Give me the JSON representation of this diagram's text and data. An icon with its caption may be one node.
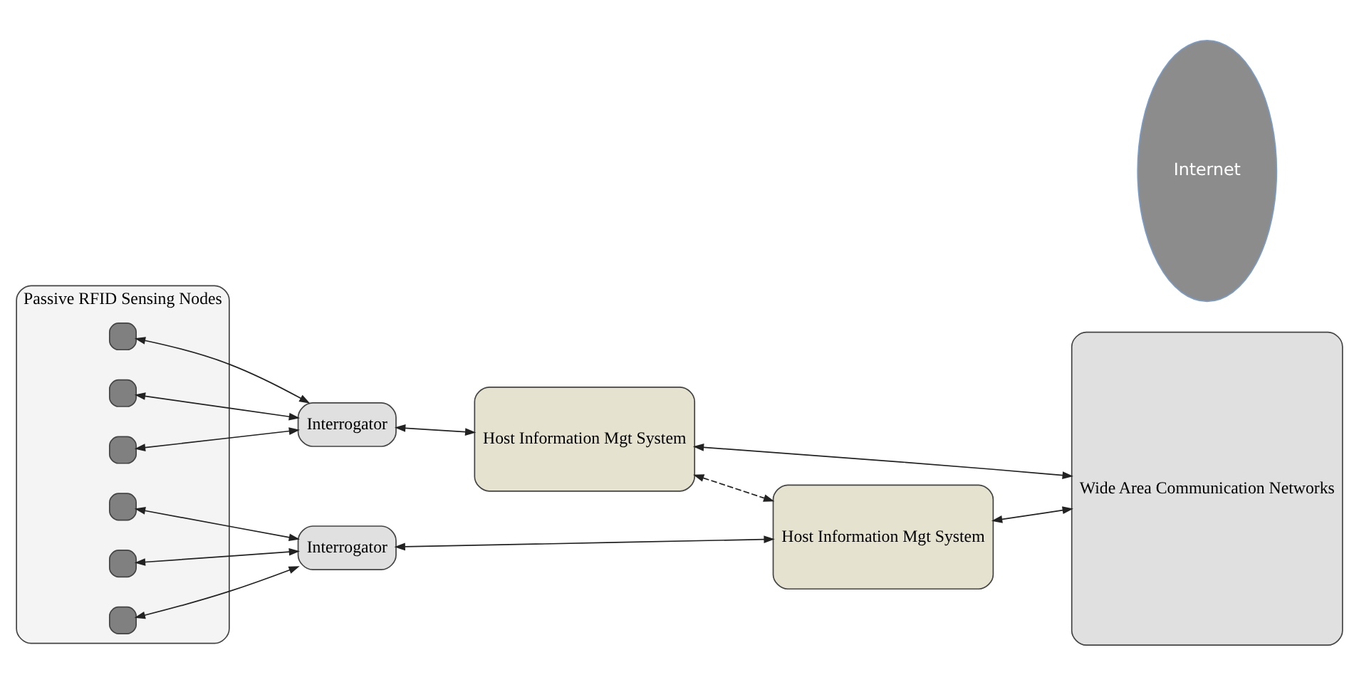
{
  "diagram": {
    "nodes": [
      {
        "text": [
          "Passive RFID Sensing Nodes"
        ]
      },
      {
        "text": [],
        "shape": "box",
        "in": 0
      },
      {
        "text": [],
        "shape": "box",
        "in": 0
      },
      {
        "text": [],
        "shape": "box",
        "in": 0
      },
      {
        "text": [],
        "shape": "box",
        "in": 0
      },
      {
        "text": [],
        "shape": "box",
        "in": 0
      },
      {
        "text": [],
        "shape": "box",
        "in": 0
      },
      {
        "text": [
          "Interrogator"
        ]
      },
      {
        "text": [
          "Interrogator"
        ]
      },
      {
        "text": [
          "Host Information Mgt System"
        ]
      },
      {
        "text": [
          "Host Information Mgt System"
        ]
      },
      {
        "text": [
          "Wide Area Communication Networks"
        ]
      },
      {
        "text": [
          "Internet"
        ]
      }
    ],
    "edges": [
      {
        "from": 1,
        "to": 7,
        "arrow": "both"
      },
      {
        "from": 2,
        "to": 7,
        "arrow": "both"
      },
      {
        "from": 3,
        "to": 7,
        "arrow": "both"
      },
      {
        "from": 4,
        "to": 8,
        "arrow": "both"
      },
      {
        "from": 5,
        "to": 8,
        "arrow": "both"
      },
      {
        "from": 6,
        "to": 8,
        "arrow": "both"
      },
      {
        "from": 7,
        "to": 9,
        "arrow": "both"
      },
      {
        "from": 8,
        "to": 10,
        "arrow": "both"
      },
      {
        "from": 9,
        "to": 10,
        "arrow": "both",
        "style": "dashed"
      },
      {
        "from": 9,
        "to": 11,
        "arrow": "both"
      },
      {
        "from": 10,
        "to": 11,
        "arrow": "both"
      }
    ]
  }
}
